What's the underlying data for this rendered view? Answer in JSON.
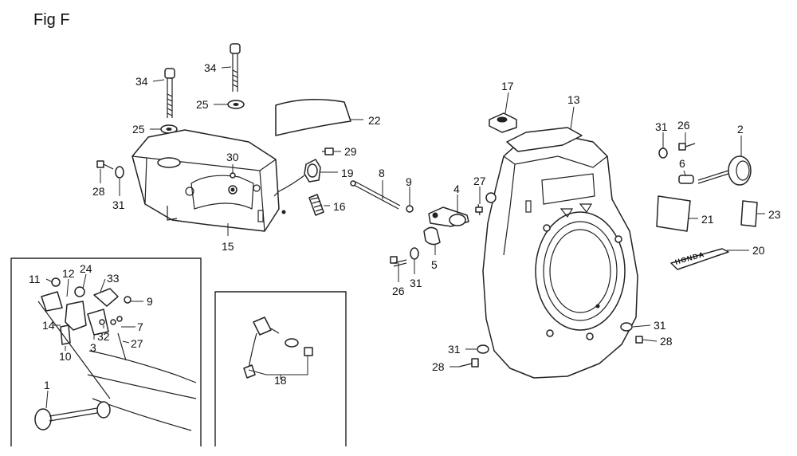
{
  "figure": {
    "title": "Fig F"
  },
  "callouts": {
    "n1": "1",
    "n2": "2",
    "n3": "3",
    "n4": "4",
    "n5": "5",
    "n6": "6",
    "n7": "7",
    "n8": "8",
    "n9a": "9",
    "n9b": "9",
    "n10": "10",
    "n11": "11",
    "n12": "12",
    "n13": "13",
    "n14": "14",
    "n15": "15",
    "n16": "16",
    "n17": "17",
    "n18": "18",
    "n19": "19",
    "n20": "20",
    "n21": "21",
    "n22": "22",
    "n23": "23",
    "n24": "24",
    "n25a": "25",
    "n25b": "25",
    "n26a": "26",
    "n26b": "26",
    "n27a": "27",
    "n27b": "27",
    "n28a": "28",
    "n28b": "28",
    "n28c": "28",
    "n29": "29",
    "n30": "30",
    "n31a": "31",
    "n31b": "31",
    "n31c": "31",
    "n31d": "31",
    "n31e": "31",
    "n32": "32",
    "n33": "33",
    "n34a": "34",
    "n34b": "34"
  },
  "decal_text": {
    "emblem": "HONDA"
  }
}
